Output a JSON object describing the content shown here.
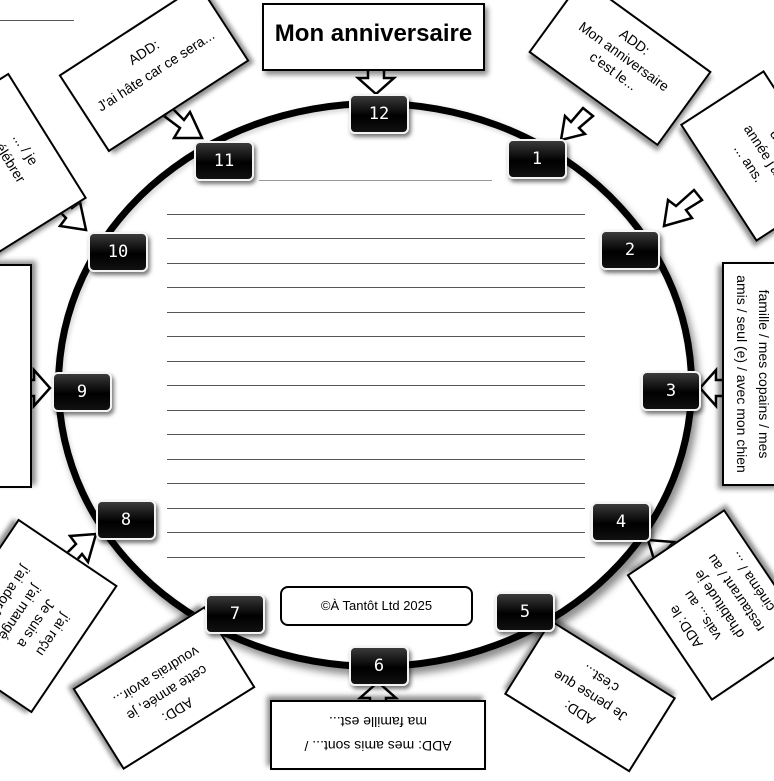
{
  "title": "Mon anniversaire",
  "copyright": "©À Tantôt Ltd 2025",
  "clock_numbers": [
    "12",
    "1",
    "2",
    "3",
    "4",
    "5",
    "6",
    "7",
    "8",
    "9",
    "10",
    "11"
  ],
  "prompts": {
    "p1": "ADD:\nMon anniversaire\nc'est le...",
    "p2": "dont\nannée j'au\n... ans.",
    "p3": "famille / mes copains / mes\namis / seul (e) / avec mon chien",
    "p4": "ADD: le\nvais... au\nd'habitude je\nrestaurant / au\ncinéma / ...",
    "p5": "ADD:\nJe pense que\nc'est...",
    "p6": "ADD:  mes amis sont... /\nma famille est...",
    "p7": "ADD:\ncette année, je\nvoudrais avoir...",
    "p8": "j'ai reçu\nJe suis a\nj'ai mangé\nj'ai adoré ça !",
    "p9": "",
    "p10": "... / je\ncélébrer\navec...",
    "p11": "ADD:\nJ'ai hâte car ce sera..."
  }
}
